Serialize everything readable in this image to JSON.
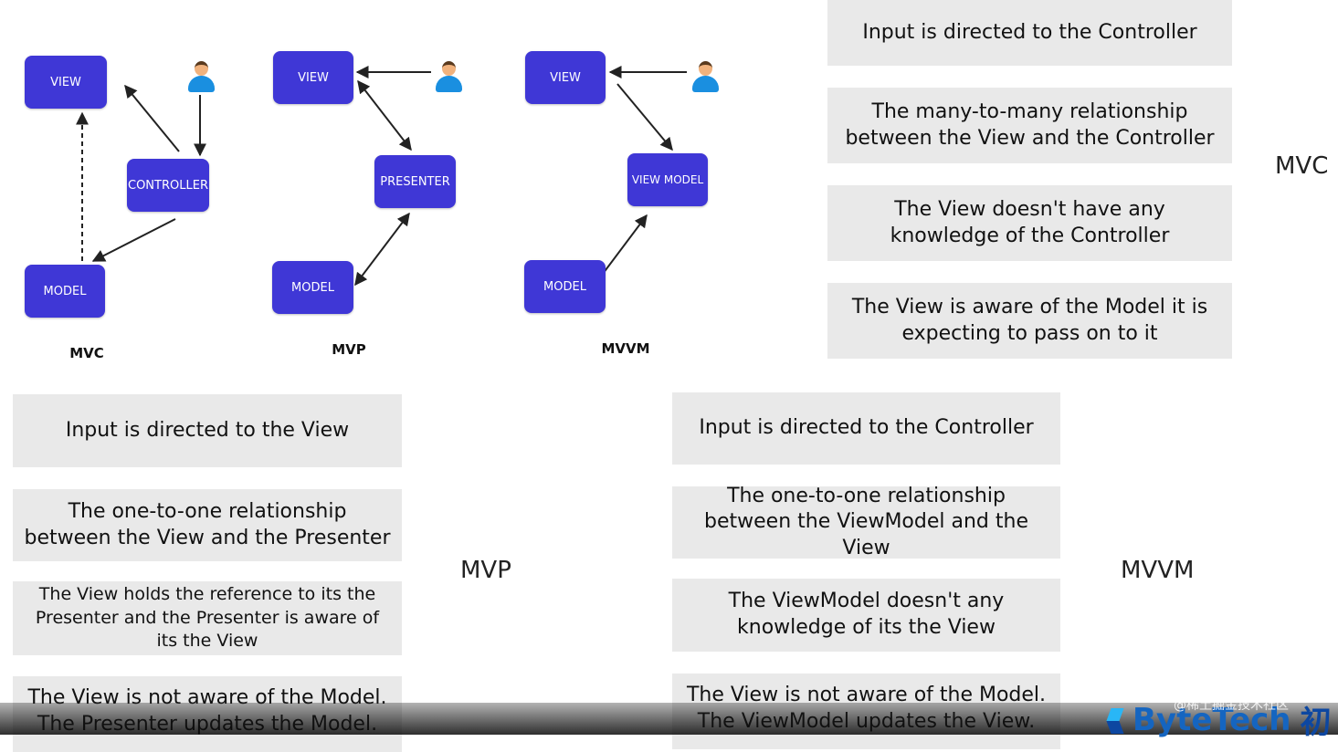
{
  "diagrams": {
    "mvc": {
      "caption": "MVC",
      "view": "VIEW",
      "controller": "CONTROLLER",
      "model": "MODEL"
    },
    "mvp": {
      "caption": "MVP",
      "view": "VIEW",
      "presenter": "PRESENTER",
      "model": "MODEL"
    },
    "mvvm": {
      "caption": "MVVM",
      "view": "VIEW",
      "viewmodel": "VIEW MODEL",
      "model": "MODEL"
    }
  },
  "mvc_section": {
    "label": "MVC",
    "cards": [
      "Input is directed to the Controller",
      "The many-to-many relationship between the View and the Controller",
      "The View doesn't have any knowledge of the Controller",
      "The View is aware of the Model it is expecting to pass on to it"
    ]
  },
  "mvp_section": {
    "label": "MVP",
    "cards": [
      "Input is directed to the View",
      "The one-to-one relationship between the View and the Presenter",
      "The View holds the reference to its the Presenter and the Presenter is aware of its the View",
      "The View is not aware of the Model. The Presenter updates the Model."
    ]
  },
  "mvvm_section": {
    "label": "MVVM",
    "cards": [
      "Input is directed to the Controller",
      "The one-to-one relationship between the ViewModel and the View",
      "The ViewModel doesn't any knowledge of its the View",
      "The View is not aware of the Model. The ViewModel updates the View."
    ]
  },
  "branding": {
    "logo_text": "ByteTech",
    "logo_suffix": "初",
    "watermark": "@稀土掘金技术社区"
  },
  "colors": {
    "node_fill": "#3f37d6",
    "card_bg": "#e9e9e9",
    "logo_blue": "#1565c0"
  },
  "icons": [
    "user-icon",
    "bytetech-logo-icon"
  ]
}
